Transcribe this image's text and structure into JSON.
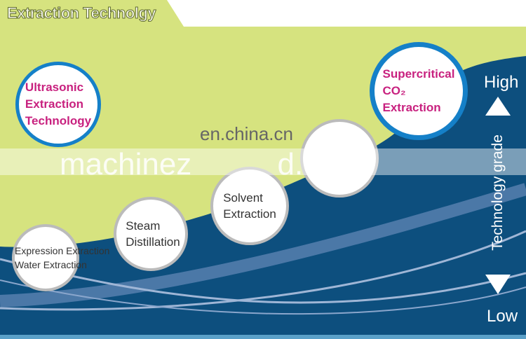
{
  "title": "Extraction Technolgy",
  "axis": {
    "label": "Technology grade",
    "high": "High",
    "low": "Low"
  },
  "methods": [
    {
      "id": "ultrasonic",
      "lines": [
        "Ultrasonic",
        "Extraction",
        "Technology"
      ]
    },
    {
      "id": "supercritical",
      "lines": [
        "Supercritical",
        "CO₂",
        "Extraction"
      ]
    },
    {
      "id": "solvent",
      "lines": [
        "Solvent",
        "Extraction"
      ]
    },
    {
      "id": "steam",
      "lines": [
        "Steam",
        "Distillation"
      ]
    },
    {
      "id": "expression",
      "lines": [
        "Expression Extraction",
        "Water Extraction"
      ]
    }
  ],
  "watermark": {
    "text1": "en.china.cn",
    "text2": "machinez          d.com"
  },
  "colors": {
    "green": "#d6e37f",
    "blue": "#0d4f7e",
    "accent_pink": "#c8217f",
    "ring_blue": "#1580c8"
  }
}
